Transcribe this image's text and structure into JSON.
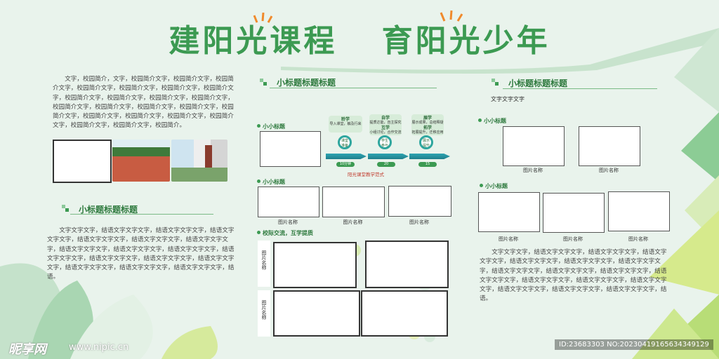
{
  "header": {
    "title_part1": "建阳光课程",
    "title_part2": "育阳光少年"
  },
  "left": {
    "intro": "文字，校园简介，文字，校园简介文字，校园简介文字，校园简介文字，校园简介文字，校园简介文字，校园简介文字，校园简介文字，校园简介文字，校园简介文字，校园简介文字，校园简介文字，校园简介文字，校园简介文字，校园简介文字，校园简介文字，校园简介文字，校园简介文字，校园简介文字，校园简介文字，校园简介文字，校园简介文字，校园简介文字，校园简介。",
    "section_title": "小标题标题标题",
    "body": "文字文字文字，结语文字文字文字，结语文字文字文字，结语文字文字文字，结语文字文字文字，结语文字文字文字，结语文字文字文字，结语文字文字文字，结语文字文字文字，结语文字文字文字，结语文字文字文字，结语文字文字文字，结语文字文字文字，结语文字文字文字，结语文字文字文字，结语文字文字文字，结语文字文字文字，结语。"
  },
  "middle": {
    "section_title": "小标题标题标题",
    "sub1": "小小标题",
    "sub2": "小小标题",
    "sub3": "校际交流，互学提质",
    "flow": [
      {
        "head": "聆学",
        "text": "导入课堂，触及行来",
        "pin": "课堂准备",
        "tag": "10分钟"
      },
      {
        "head": "自学",
        "text": "提质达能，自主探究",
        "head2": "互学",
        "text2": "小组讨论，合作交流",
        "pin": "学生参与",
        "tag": "20"
      },
      {
        "head": "展学",
        "text": "展示成果，总结释疑",
        "head2": "拓学",
        "text2": "拓展提升，迁移应用",
        "pin": "展示提升",
        "tag": "15"
      }
    ],
    "flow_caption": "阳光课堂教学范式",
    "captions": [
      "图片名称",
      "图片名称",
      "图片名称"
    ],
    "vlabels": [
      "图片名称",
      "图片名称"
    ]
  },
  "right": {
    "section_title": "小标题标题标题",
    "text_line": "文字文字文字",
    "sub1": "小小标题",
    "sub2": "小小标题",
    "captions_top": [
      "图片名称",
      "图片名称"
    ],
    "captions_bottom": [
      "图片名称",
      "图片名称",
      "图片名称"
    ],
    "body": "文字文字文字，结语文字文字文字，结语文字文字文字，结语文字文字文字，结语文字文字文字，结语文字文字文字，结语文字文字文字，结语文字文字文字，结语文字文字文字，结语文字文字文字，结语文字文字文字，结语文字文字文字，结语文字文字文字，结语文字文字文字，结语文字文字文字，结语文字文字文字，结语文字文字文字，结语。"
  },
  "footer": {
    "brand": "昵享网",
    "url": "www.nipic.cn",
    "id": "ID:23683303 NO:20230419165634349129"
  },
  "colors": {
    "accent": "#3c9a52",
    "light": "#b9dcc1",
    "teal": "#2ea4b2",
    "background": "#e9f3ec"
  }
}
